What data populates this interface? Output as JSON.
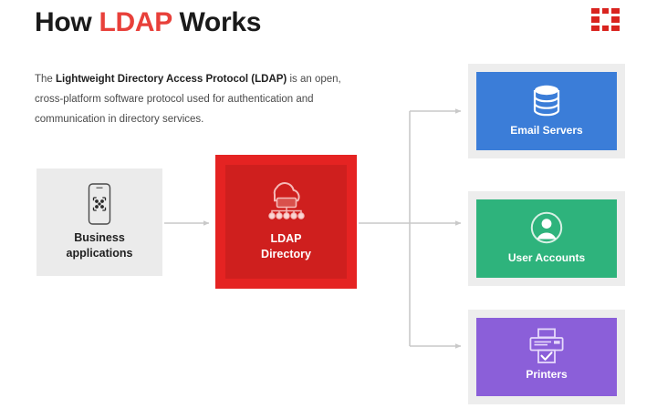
{
  "page": {
    "title_parts": {
      "before": "How ",
      "accent": "LDAP",
      "after": " Works"
    },
    "title_full": "How LDAP Works",
    "paragraph_parts": {
      "lead": "The ",
      "bold": "Lightweight Directory Access Protocol (LDAP)",
      "rest": " is an open, cross-platform software protocol used for authentication and communication in directory services."
    },
    "paragraph_full": "The Lightweight Directory Access Protocol (LDAP) is an open, cross-platform software protocol used for authentication and communication in directory services."
  },
  "logo": {
    "name": "brand-logo",
    "color": "#d9241f",
    "description": "rounded grid of red tiles"
  },
  "diagram": {
    "source": {
      "id": "business-applications",
      "label_line1": "Business",
      "label_line2": "applications",
      "label": "Business applications",
      "icon": "mobile-device-icon",
      "bg_color": "#ebebeb",
      "text_color": "#1f1f1f"
    },
    "hub": {
      "id": "ldap-directory",
      "label_line1": "LDAP",
      "label_line2": "Directory",
      "label": "LDAP Directory",
      "icon": "cloud-network-icon",
      "bg_color": "#e52322",
      "inner_color": "#cf1f1e",
      "text_color": "#ffffff"
    },
    "targets": [
      {
        "id": "email-servers",
        "label": "Email Servers",
        "icon": "database-icon",
        "color": "#3b7dd8",
        "frame_color": "#ededed",
        "text_color": "#ffffff"
      },
      {
        "id": "user-accounts",
        "label": "User Accounts",
        "icon": "user-circle-icon",
        "color": "#2eb37c",
        "frame_color": "#ededed",
        "text_color": "#ffffff"
      },
      {
        "id": "printers",
        "label": "Printers",
        "icon": "printer-icon",
        "color": "#8b5fd9",
        "frame_color": "#ededed",
        "text_color": "#ffffff"
      }
    ],
    "connectors": {
      "color": "#c9c9c9",
      "flows": [
        "business-applications -> ldap-directory",
        "ldap-directory -> email-servers",
        "ldap-directory -> user-accounts",
        "ldap-directory -> printers"
      ]
    }
  }
}
